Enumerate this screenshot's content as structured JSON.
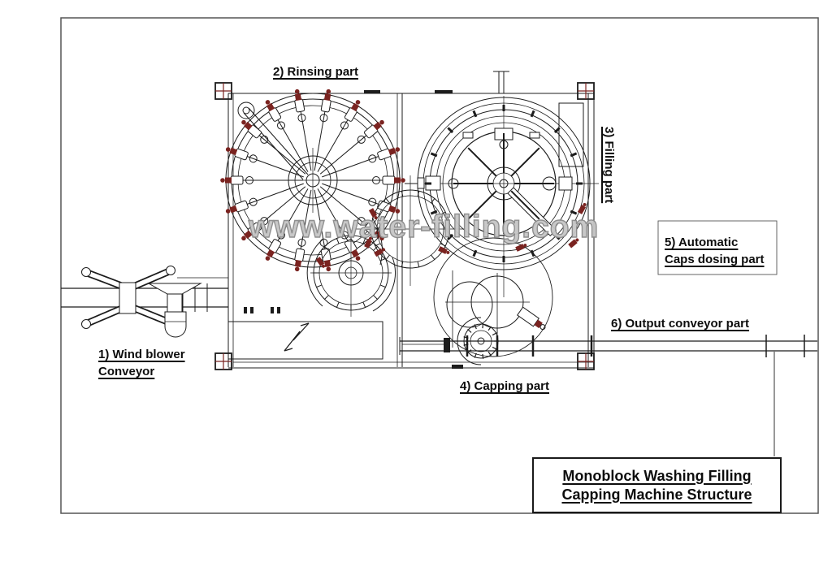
{
  "page": {
    "background": "#ffffff",
    "ink_color": "#1c1c1c",
    "accent_color": "#7a2320",
    "border_color": "#4a4a4a",
    "watermark": "www.water-filling.com"
  },
  "labels": {
    "wind_blower_line1": "1) Wind blower",
    "wind_blower_line2": "Conveyor",
    "rinsing": "2) Rinsing part",
    "filling": "3) Filling part",
    "capping": "4) Capping part",
    "caps_dosing_line1": "5) Automatic",
    "caps_dosing_line2": "Caps dosing part",
    "output_conveyor": "6) Output conveyor part"
  },
  "title_block": {
    "line1": "Monoblock Washing Filling",
    "line2": "Capping Machine Structure"
  }
}
